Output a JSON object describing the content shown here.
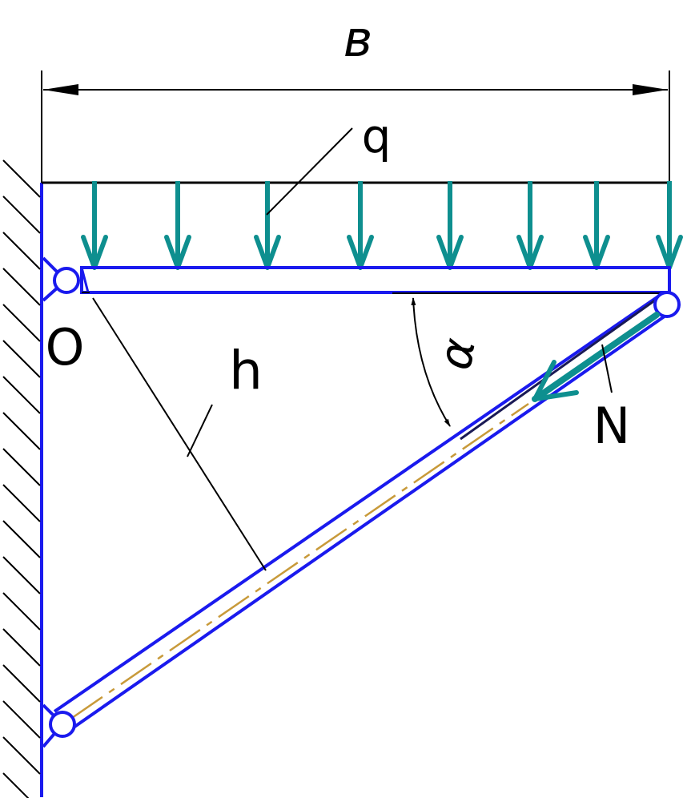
{
  "labels": {
    "width": "в",
    "load": "q",
    "pivot": "O",
    "lever_arm": "h",
    "angle": "α",
    "force": "N"
  },
  "colors": {
    "structure": "#1a1aee",
    "load_arrows": "#0e8f8f",
    "centerline": "#c89a3a",
    "annotation": "#000000",
    "wall_hatch": "#000000",
    "background": "#ffffff"
  },
  "load_arrow_count": 8
}
